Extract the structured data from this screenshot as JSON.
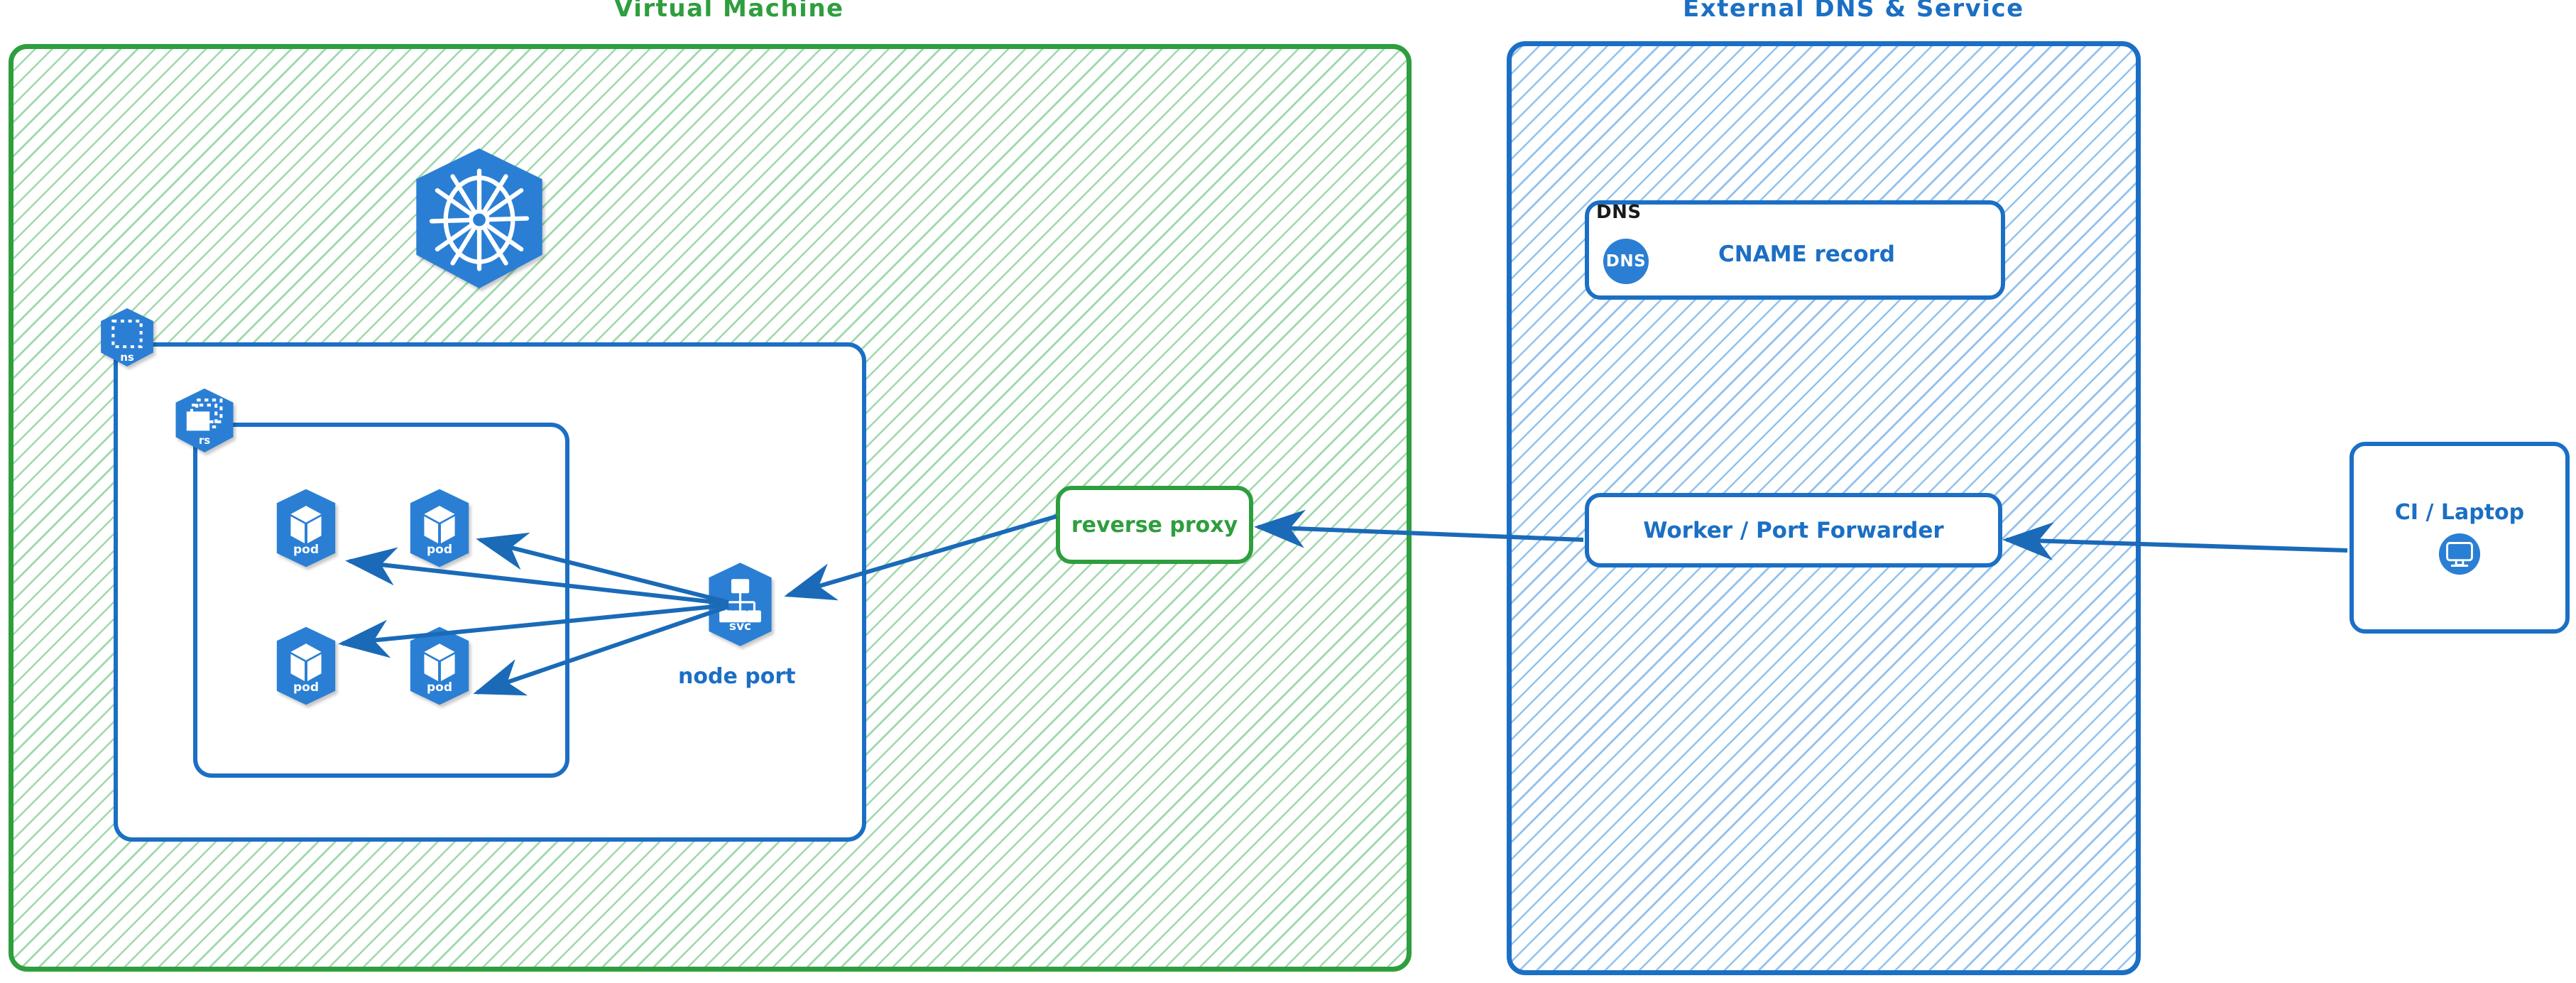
{
  "diagram": {
    "title_vm": "Virtual Machine",
    "title_external": "External DNS & Service"
  },
  "vm": {
    "group_label": "Virtual Machine",
    "kubernetes_logo": "kubernetes-logo",
    "namespace": {
      "badge_label": "ns",
      "icon": "namespace-icon"
    },
    "replicaset": {
      "badge_label": "rs",
      "icon": "replicaset-icon"
    },
    "pods": [
      {
        "label": "pod",
        "icon": "pod-icon"
      },
      {
        "label": "pod",
        "icon": "pod-icon"
      },
      {
        "label": "pod",
        "icon": "pod-icon"
      },
      {
        "label": "pod",
        "icon": "pod-icon"
      }
    ],
    "service": {
      "label": "svc",
      "icon": "service-icon",
      "caption": "node port"
    },
    "reverse_proxy": {
      "label": "reverse proxy"
    }
  },
  "external": {
    "group_label": "External DNS & Service",
    "dns_card": {
      "tag": "DNS",
      "badge": "DNS",
      "record": "CNAME record"
    },
    "worker": {
      "label": "Worker / Port Forwarder"
    },
    "client": {
      "label": "CI / Laptop",
      "icon": "desktop-monitor-icon"
    }
  },
  "connections": [
    {
      "from": "service",
      "to": "pod-1",
      "direction": "to"
    },
    {
      "from": "service",
      "to": "pod-2",
      "direction": "to"
    },
    {
      "from": "service",
      "to": "pod-3",
      "direction": "to"
    },
    {
      "from": "service",
      "to": "pod-4",
      "direction": "to"
    },
    {
      "from": "reverse-proxy",
      "to": "service",
      "direction": "to"
    },
    {
      "from": "worker",
      "to": "reverse-proxy",
      "direction": "to"
    },
    {
      "from": "ci-laptop",
      "to": "worker",
      "direction": "to"
    }
  ],
  "colors": {
    "green": "#2e9e3e",
    "green_hatch": "#a5e3ae",
    "blue": "#1b6fc4",
    "blue_hatch": "#8ec5f0",
    "k8s_blue": "#2a7fd4",
    "arrow": "#1a6ab8",
    "black": "#1a1a1a"
  }
}
